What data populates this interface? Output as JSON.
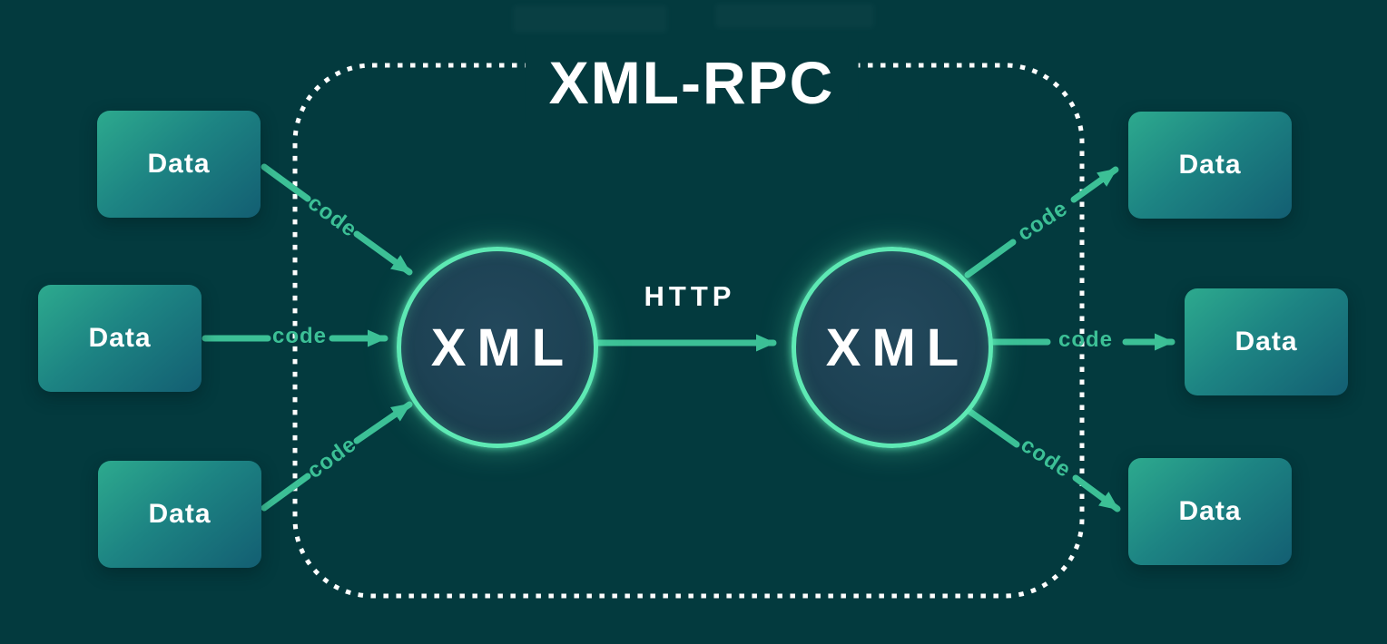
{
  "title": "XML-RPC",
  "transport": {
    "label": "HTTP"
  },
  "encoder": {
    "label": "XML"
  },
  "decoder": {
    "label": "XML"
  },
  "left_inputs": [
    {
      "label": "Data",
      "edge_label": "code"
    },
    {
      "label": "Data",
      "edge_label": "code"
    },
    {
      "label": "Data",
      "edge_label": "code"
    }
  ],
  "right_outputs": [
    {
      "label": "Data",
      "edge_label": "code"
    },
    {
      "label": "Data",
      "edge_label": "code"
    },
    {
      "label": "Data",
      "edge_label": "code"
    }
  ],
  "colors": {
    "background": "#033a3e",
    "arrow_green": "#3cc096",
    "ring_green": "#5ee9b4",
    "box_gradient_start": "#2daa8e",
    "box_gradient_end": "#135e72",
    "circle_fill": "#1d4254",
    "text_white": "#ffffff",
    "dash_white": "#ffffff"
  }
}
